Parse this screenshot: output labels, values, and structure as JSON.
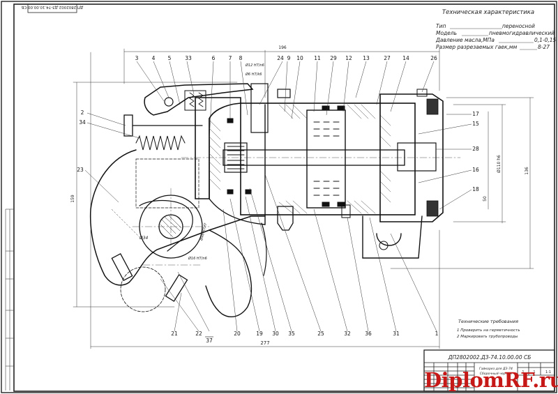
{
  "stamp_code": "ДП.2802002.ДЗ-74.10.00.00 СБ",
  "tech_char": {
    "title": "Техническая характеристика",
    "rows": [
      {
        "label": "Тип",
        "value": "переносной"
      },
      {
        "label": "Модель",
        "value": "пневмогидравлический"
      },
      {
        "label": "Давление масла,МПа",
        "value": "0,1-0,15"
      },
      {
        "label": "Размер разрезаемых гаек,мм",
        "value": "8-27"
      }
    ]
  },
  "tech_req": {
    "title": "Технические требования",
    "items": [
      "1 Проверить на герметичность",
      "2 Маркировать трубопроводы"
    ]
  },
  "title_block": {
    "code": "ДП2802002.ДЗ-74.10.00.00 СБ",
    "name_lines": [
      "Гайкорез для ДЗ-74",
      "Сборочный чертеж"
    ],
    "sheet": "1",
    "sheets": "1",
    "scale": "1:1"
  },
  "dimensions": {
    "overall_length": "277",
    "top_length": "196",
    "height_left": "159",
    "height_right": "136",
    "dia_right": "Ø110 h6",
    "dim_50": "50",
    "dia_34": "Ø34",
    "fit_top": "Ø12 H7/n6",
    "fit_2": "Ø6 H7/k6",
    "fit_left": "Ø16 H7/n6",
    "fit_pin": "Ø46 H7/f7"
  },
  "callouts_top": [
    "3",
    "4",
    "5",
    "33",
    "6",
    "7",
    "8",
    "24",
    "9",
    "10",
    "11",
    "29",
    "12",
    "13",
    "27",
    "14",
    "26"
  ],
  "callouts_left": [
    "2",
    "34",
    "23"
  ],
  "callouts_right": [
    "17",
    "15",
    "28",
    "16",
    "18"
  ],
  "callouts_bottom": [
    "21",
    "22",
    "37",
    "20",
    "19",
    "30",
    "35",
    "25",
    "32",
    "36",
    "31",
    "1"
  ],
  "watermark": {
    "brand": "DiplomRF",
    "tld": ".ru"
  }
}
